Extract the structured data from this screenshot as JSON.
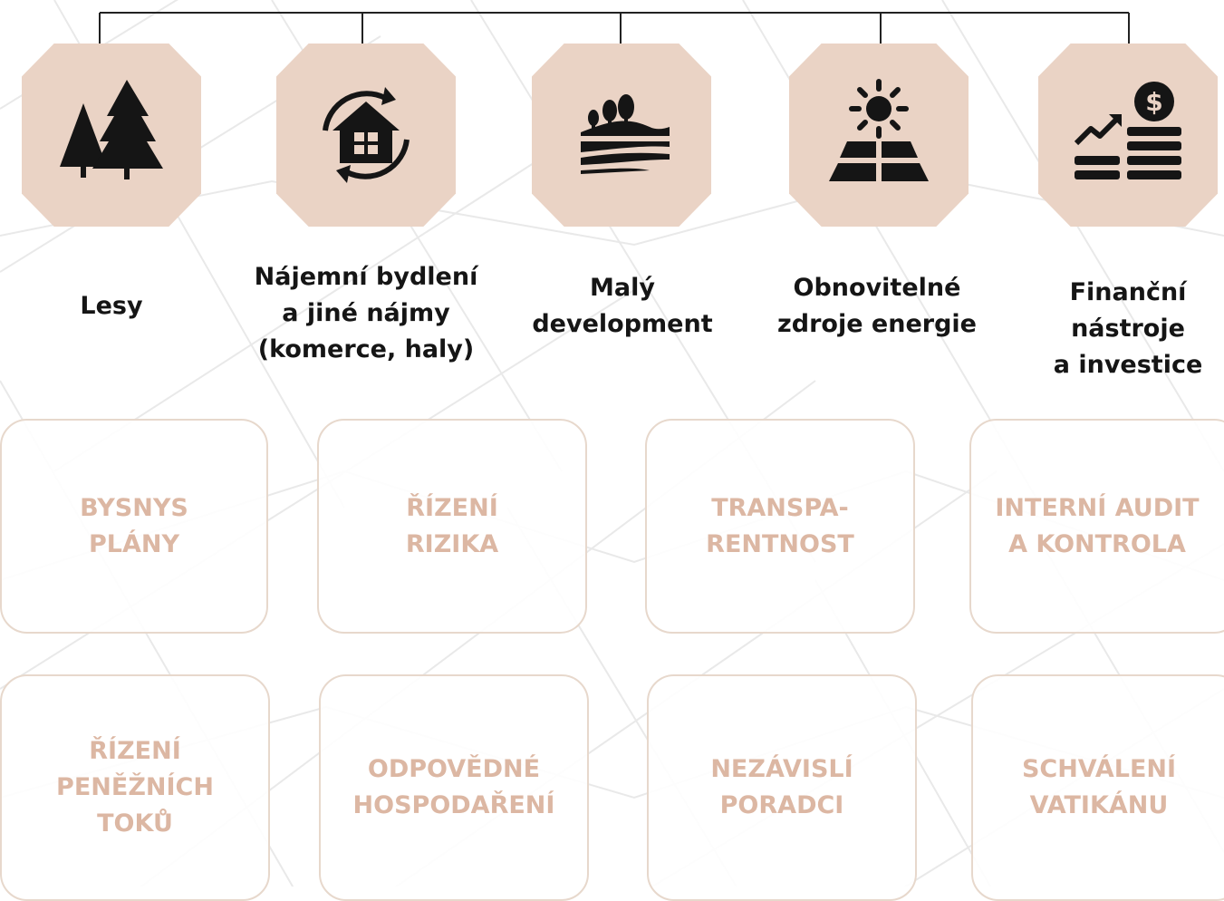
{
  "categories": [
    {
      "label": "Lesy",
      "icon": "forest-icon"
    },
    {
      "label": "Nájemní bydlení\na jiné nájmy\n(komerce, haly)",
      "icon": "house-cycle-icon"
    },
    {
      "label": "Malý\ndevelopment",
      "icon": "landscape-icon"
    },
    {
      "label": "Obnovitelné\nzdroje energie",
      "icon": "solar-panel-icon"
    },
    {
      "label": "Finanční\nnástroje\na investice",
      "icon": "coins-growth-icon"
    }
  ],
  "principles_row1": [
    {
      "label": "BYSNYS\nPLÁNY"
    },
    {
      "label": "ŘÍZENÍ\nRIZIKA"
    },
    {
      "label": "TRANSPA-\nRENTNOST"
    },
    {
      "label": "INTERNÍ AUDIT\nA KONTROLA"
    }
  ],
  "principles_row2": [
    {
      "label": "ŘÍZENÍ\nPENĚŽNÍCH\nTOKŮ"
    },
    {
      "label": "ODPOVĚDNÉ\nHOSPODAŘENÍ"
    },
    {
      "label": "NEZÁVISLÍ\nPORADCI"
    },
    {
      "label": "SCHVÁLENÍ\nVATIKÁNU"
    }
  ],
  "colors": {
    "icon_bg": "#ead3c5",
    "icon_fg": "#151515",
    "card_text": "#dcb7a3",
    "card_border": "#e7d8cc",
    "connector": "#222222"
  }
}
